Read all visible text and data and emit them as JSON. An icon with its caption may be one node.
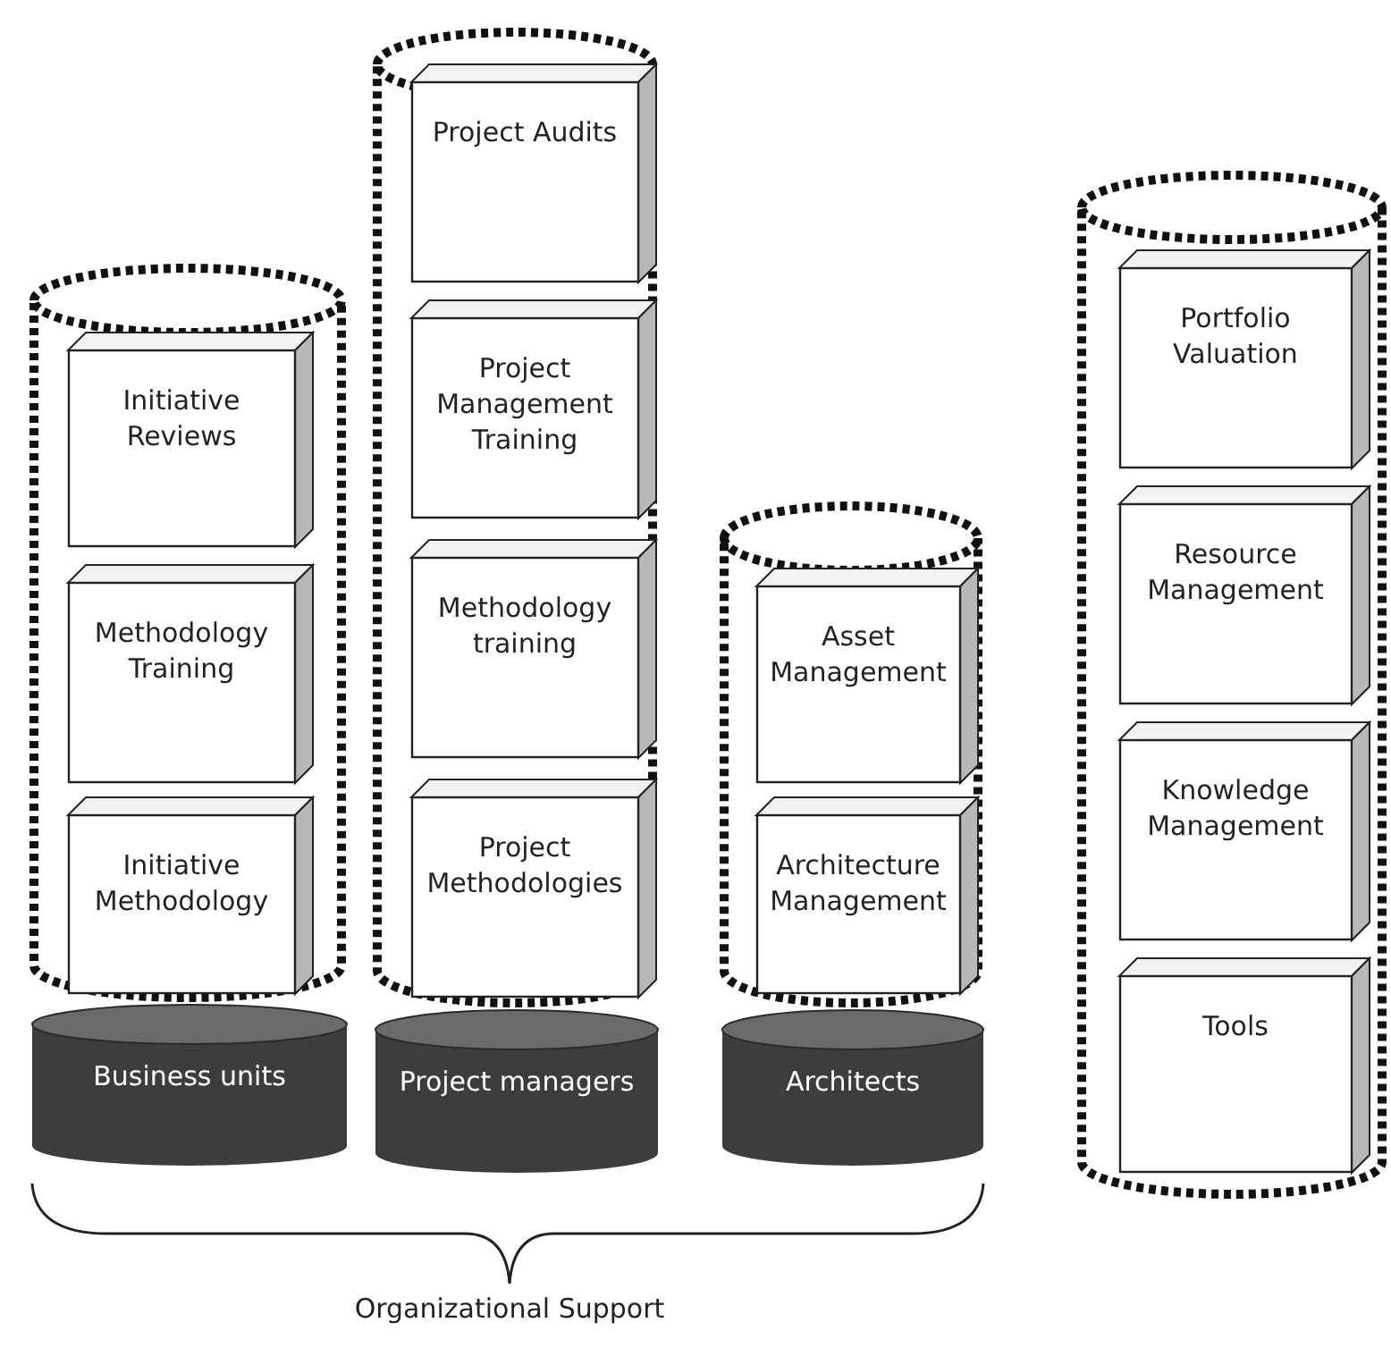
{
  "diagram": {
    "nodes": [
      {
        "text": [],
        "shape": "cylinder"
      },
      {
        "text": [
          "Initiative Reviews"
        ],
        "in": 0
      },
      {
        "text": [
          "Methodology Training"
        ],
        "in": 0
      },
      {
        "text": [
          "Initiative Methodology"
        ],
        "in": 0
      },
      {
        "text": [
          "Business units"
        ]
      },
      {
        "text": [],
        "shape": "cylinder"
      },
      {
        "text": [
          "Project Audits"
        ],
        "in": 5
      },
      {
        "text": [
          "Project Management Training"
        ],
        "in": 5
      },
      {
        "text": [
          "Methodology training"
        ],
        "in": 5
      },
      {
        "text": [
          "Project Methodologies"
        ],
        "in": 5
      },
      {
        "text": [
          "Project managers"
        ]
      },
      {
        "text": [],
        "shape": "cylinder"
      },
      {
        "text": [
          "Asset Management"
        ],
        "in": 11
      },
      {
        "text": [
          "Architecture Management"
        ],
        "in": 11
      },
      {
        "text": [
          "Architects"
        ]
      },
      {
        "text": [],
        "shape": "cylinder"
      },
      {
        "text": [
          "Portfolio Valuation"
        ],
        "in": 15
      },
      {
        "text": [
          "Resource Management"
        ],
        "in": 15
      },
      {
        "text": [
          "Knowledge Management"
        ],
        "in": 15
      },
      {
        "text": [
          "Tools"
        ],
        "in": 15
      }
    ],
    "labels": [
      "Organizational Support"
    ]
  }
}
